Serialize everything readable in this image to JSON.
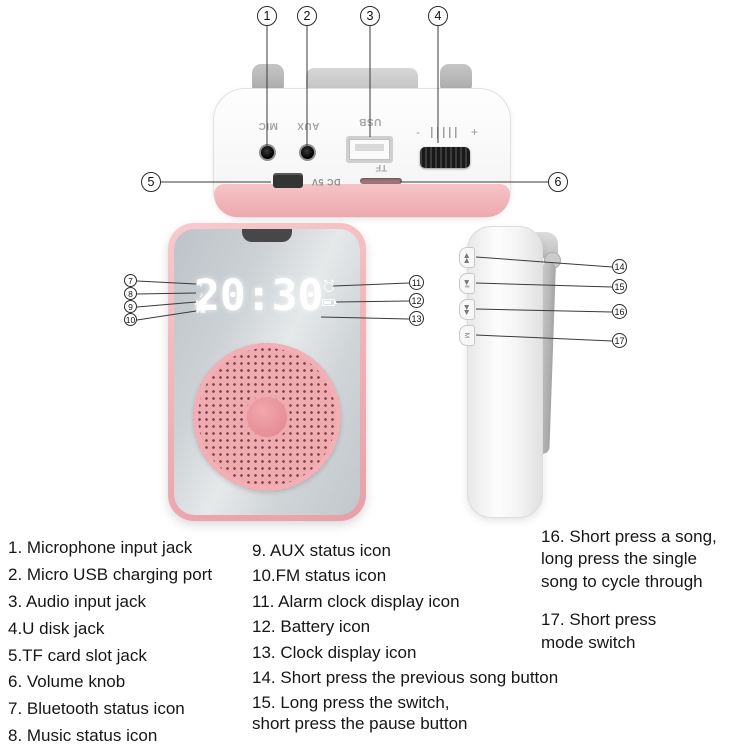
{
  "callouts": [
    "1",
    "2",
    "3",
    "4",
    "5",
    "6",
    "7",
    "8",
    "9",
    "10",
    "11",
    "12",
    "13",
    "14",
    "15",
    "16",
    "17"
  ],
  "top_view": {
    "mic_label": "MIC",
    "aux_label": "AUX",
    "usb_label": "USB",
    "dc_label": "DC 5V",
    "tf_label": "TF",
    "minus_label": "-",
    "plus_label": "+"
  },
  "front_view": {
    "time": "20:30",
    "icons_left": [
      "ᛒ",
      "♪",
      "AUX",
      "FM"
    ]
  },
  "side_view": {
    "buttons": [
      "◀◀",
      "▶‖",
      "▶▶",
      "M"
    ]
  },
  "legend": {
    "col1": [
      "1. Microphone input jack",
      "2. Micro USB charging port",
      "3. Audio input jack",
      "4.U disk jack",
      "5.TF card slot jack",
      "6. Volume knob",
      "7. Bluetooth status icon",
      "8. Music status icon"
    ],
    "col2": [
      "9. AUX status icon",
      "10.FM status icon",
      "11. Alarm clock display icon",
      "12. Battery icon",
      "13. Clock display icon",
      "14. Short press the previous song button",
      "15. Long press the switch,\nshort press the pause button"
    ],
    "col3": [
      "16. Short press a song,\nlong press the single\nsong to cycle through",
      "17. Short press\nmode switch"
    ]
  },
  "colors": {
    "accent_pink": "#eeafb4",
    "speaker_pink": "#f0abb1",
    "grille_dot": "#7c4248",
    "body_white": "#ffffff",
    "clock_digits": "#ffffff"
  }
}
